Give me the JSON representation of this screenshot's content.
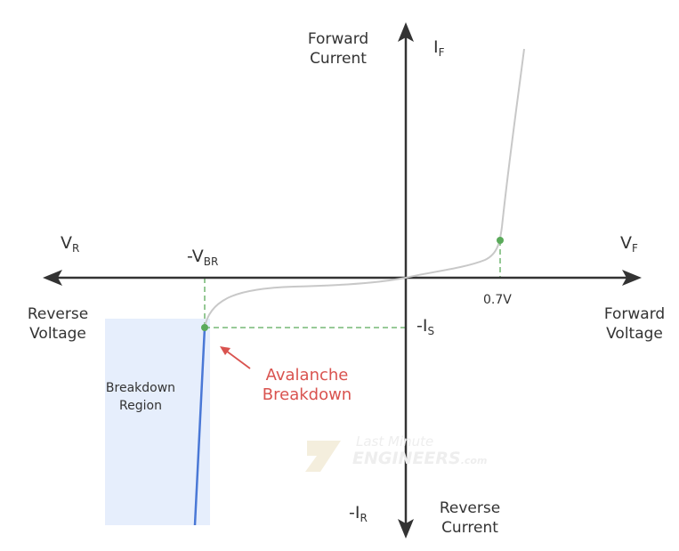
{
  "labels": {
    "forward_current": [
      "Forward",
      "Current"
    ],
    "reverse_current": [
      "Reverse",
      "Current"
    ],
    "forward_voltage": [
      "Forward",
      "Voltage"
    ],
    "reverse_voltage": [
      "Reverse",
      "Voltage"
    ],
    "i_f": {
      "main": "I",
      "sub": "F"
    },
    "minus_i_r": {
      "main": "-I",
      "sub": "R"
    },
    "v_r": {
      "main": "V",
      "sub": "R"
    },
    "v_f": {
      "main": "V",
      "sub": "F"
    },
    "minus_v_br": {
      "main": "-V",
      "sub": "BR"
    },
    "minus_i_s": {
      "main": "-I",
      "sub": "S"
    },
    "knee_voltage": "0.7V",
    "avalanche": [
      "Avalanche",
      "Breakdown"
    ],
    "breakdown_region": [
      "Breakdown",
      "Region"
    ]
  },
  "watermark": {
    "line1": "Last Minute",
    "line2": "ENGINEERS",
    "suffix": ".com"
  },
  "colors": {
    "axis": "#333333",
    "curve": "#c8c8c8",
    "breakdown_line": "#4a78d6",
    "breakdown_region": "#e6eefc",
    "marker": "#5aaa5a",
    "dashed": "#5aaa5a",
    "annotation": "#d9534f"
  }
}
